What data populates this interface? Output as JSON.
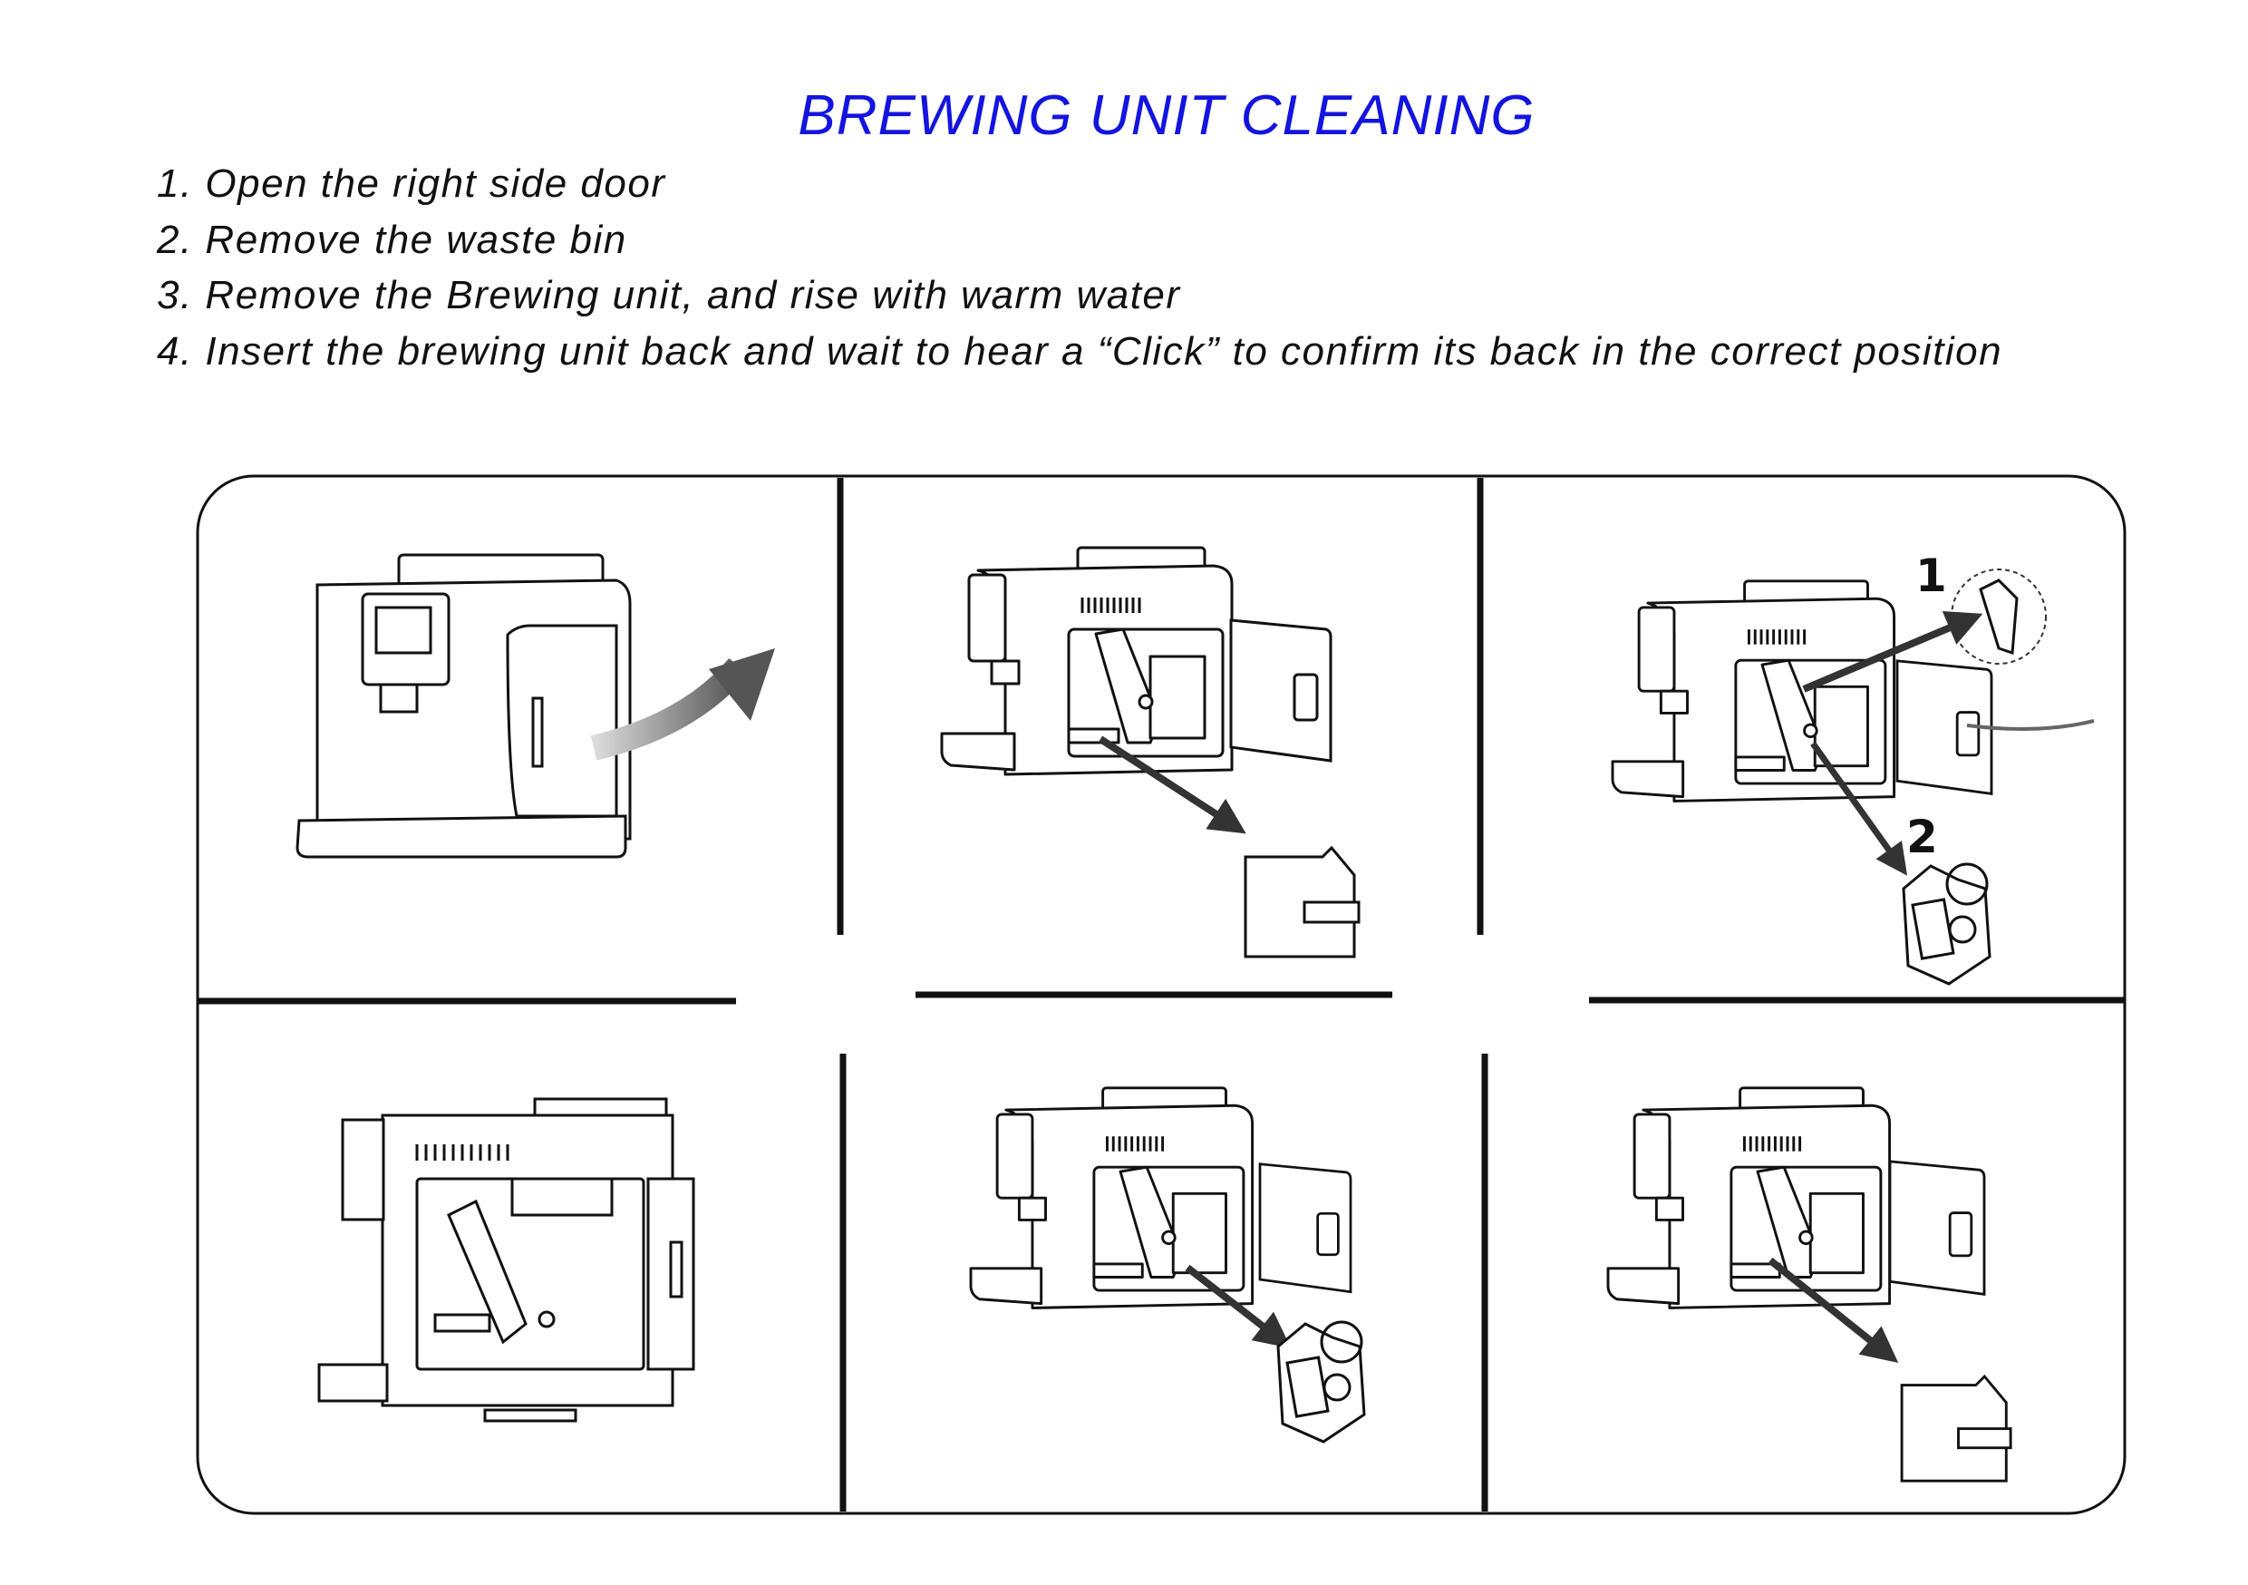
{
  "title": "BREWING UNIT CLEANING",
  "steps": [
    "1. Open the right side door",
    "2. Remove the waste bin",
    "3. Remove the Brewing unit, and rise with warm water",
    "4. Insert the brewing unit back and wait to hear a “Click” to confirm its back in the correct position"
  ],
  "figure": {
    "callout_1": "1",
    "callout_2": "2"
  },
  "colors": {
    "title": "#1414e0",
    "text": "#111111"
  }
}
